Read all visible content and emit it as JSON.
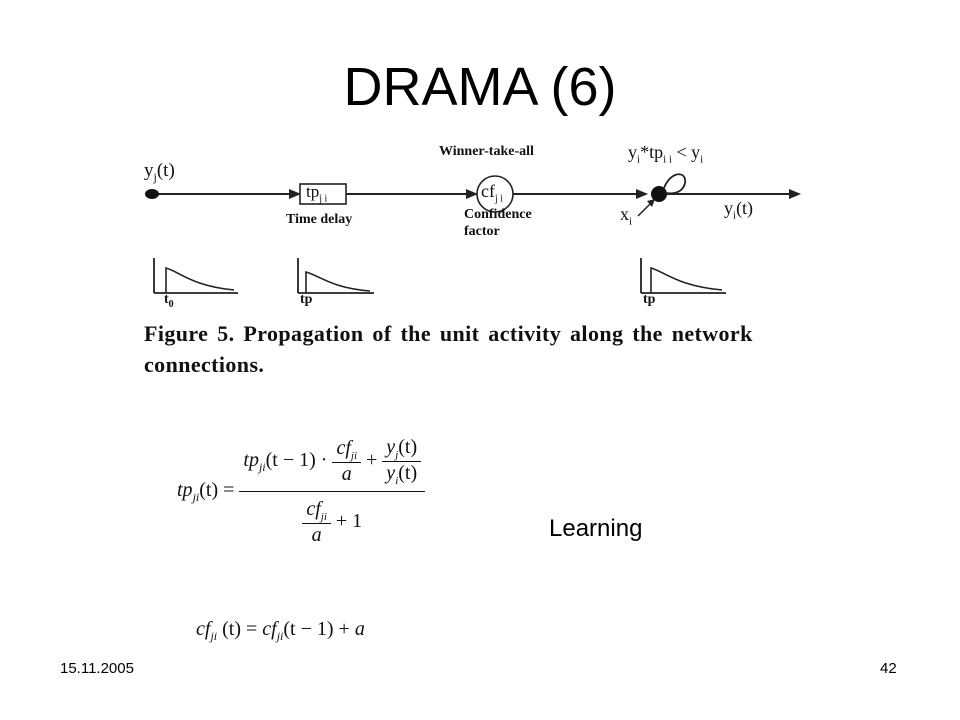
{
  "slide": {
    "title": "DRAMA (6)",
    "learning_label": "Learning",
    "footer_date": "15.11.2005",
    "page_number": "42"
  },
  "figure": {
    "input_signal": "y",
    "input_sub": "j",
    "input_arg": "(t)",
    "delay_box_main": "tp",
    "delay_box_sub": "j i",
    "delay_label": "Time delay",
    "winner_label": "Winner-take-all",
    "cf_main": "cf",
    "cf_sub": "j i",
    "confidence_line1": "Confidence",
    "confidence_line2": "factor",
    "threshold_y": "y",
    "threshold_sub_i": "i",
    "threshold_mid": "*tp",
    "threshold_sub_ii": "i i",
    "threshold_lt": " < y",
    "threshold_sub_end": "i",
    "ext_input": "x",
    "ext_sub": "i",
    "output_signal": "y",
    "output_sub": "i",
    "output_arg": "(t)",
    "graph1_label": "t",
    "graph1_sub": "0",
    "graph2_label": "tp",
    "graph3_label": "tp",
    "caption": "Figure 5.   Propagation of the unit activity along the network connections."
  },
  "equations": {
    "eq1_lhs": "tp",
    "eq1_lhs_sub": "ji",
    "eq1_lhs_arg": "(t) =",
    "eq1_num_a": "tp",
    "eq1_num_a_sub": "ji",
    "eq1_num_a_arg": "(t − 1) ·",
    "eq1_cf_num": "cf",
    "eq1_cf_sub": "ji",
    "eq1_cf_den": "a",
    "eq1_plus": "+",
    "eq1_y_num": "y",
    "eq1_y_num_sub": "j",
    "eq1_y_num_arg": "(t)",
    "eq1_y_den": "y",
    "eq1_y_den_sub": "i",
    "eq1_y_den_arg": "(t)",
    "eq1_den_cf": "cf",
    "eq1_den_cf_sub": "ji",
    "eq1_den_a": "a",
    "eq1_den_plus": "+ 1",
    "eq2_lhs": "cf",
    "eq2_lhs_sub": "ji",
    "eq2_lhs_arg": "(t) =",
    "eq2_rhs": "cf",
    "eq2_rhs_sub": "ji",
    "eq2_rhs_arg": "(t − 1) +",
    "eq2_rhs_a": "a"
  }
}
